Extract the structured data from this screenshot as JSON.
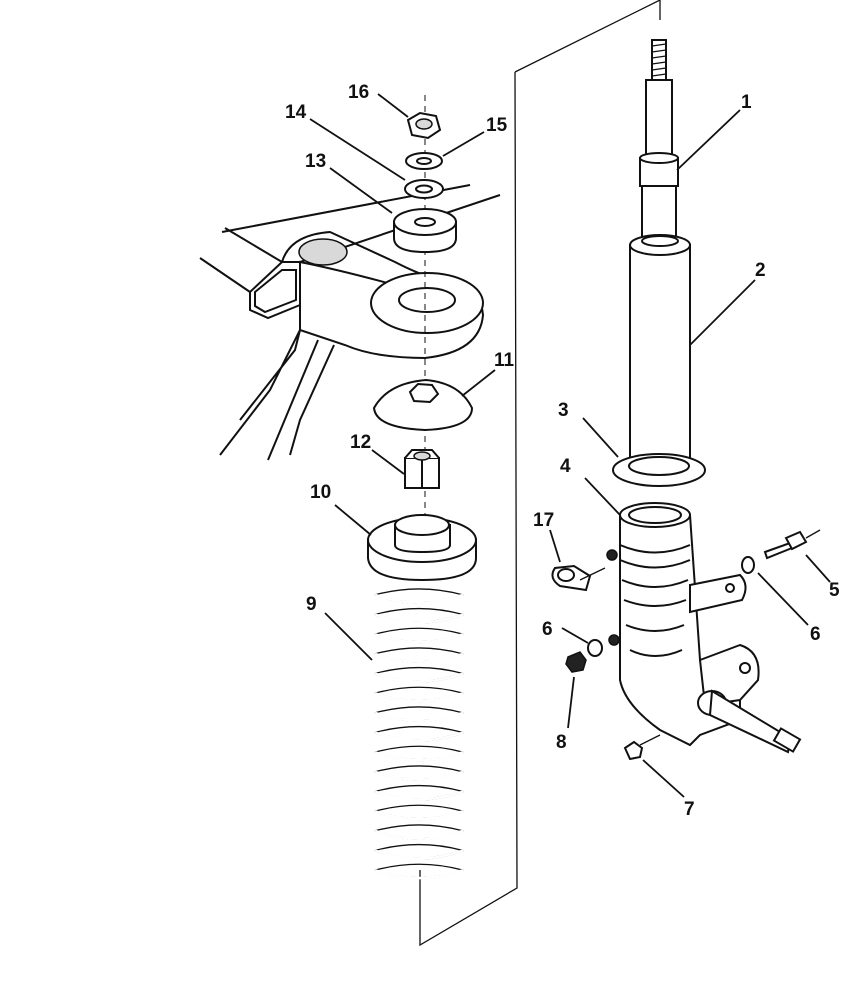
{
  "diagram": {
    "callouts": [
      {
        "id": "c1",
        "text": "1"
      },
      {
        "id": "c2",
        "text": "2"
      },
      {
        "id": "c3",
        "text": "3"
      },
      {
        "id": "c4",
        "text": "4"
      },
      {
        "id": "c5",
        "text": "5"
      },
      {
        "id": "c6a",
        "text": "6"
      },
      {
        "id": "c6b",
        "text": "6"
      },
      {
        "id": "c7",
        "text": "7"
      },
      {
        "id": "c8",
        "text": "8"
      },
      {
        "id": "c9",
        "text": "9"
      },
      {
        "id": "c10",
        "text": "10"
      },
      {
        "id": "c11",
        "text": "11"
      },
      {
        "id": "c12",
        "text": "12"
      },
      {
        "id": "c13",
        "text": "13"
      },
      {
        "id": "c14",
        "text": "14"
      },
      {
        "id": "c15",
        "text": "15"
      },
      {
        "id": "c16",
        "text": "16"
      },
      {
        "id": "c17",
        "text": "17"
      }
    ]
  }
}
